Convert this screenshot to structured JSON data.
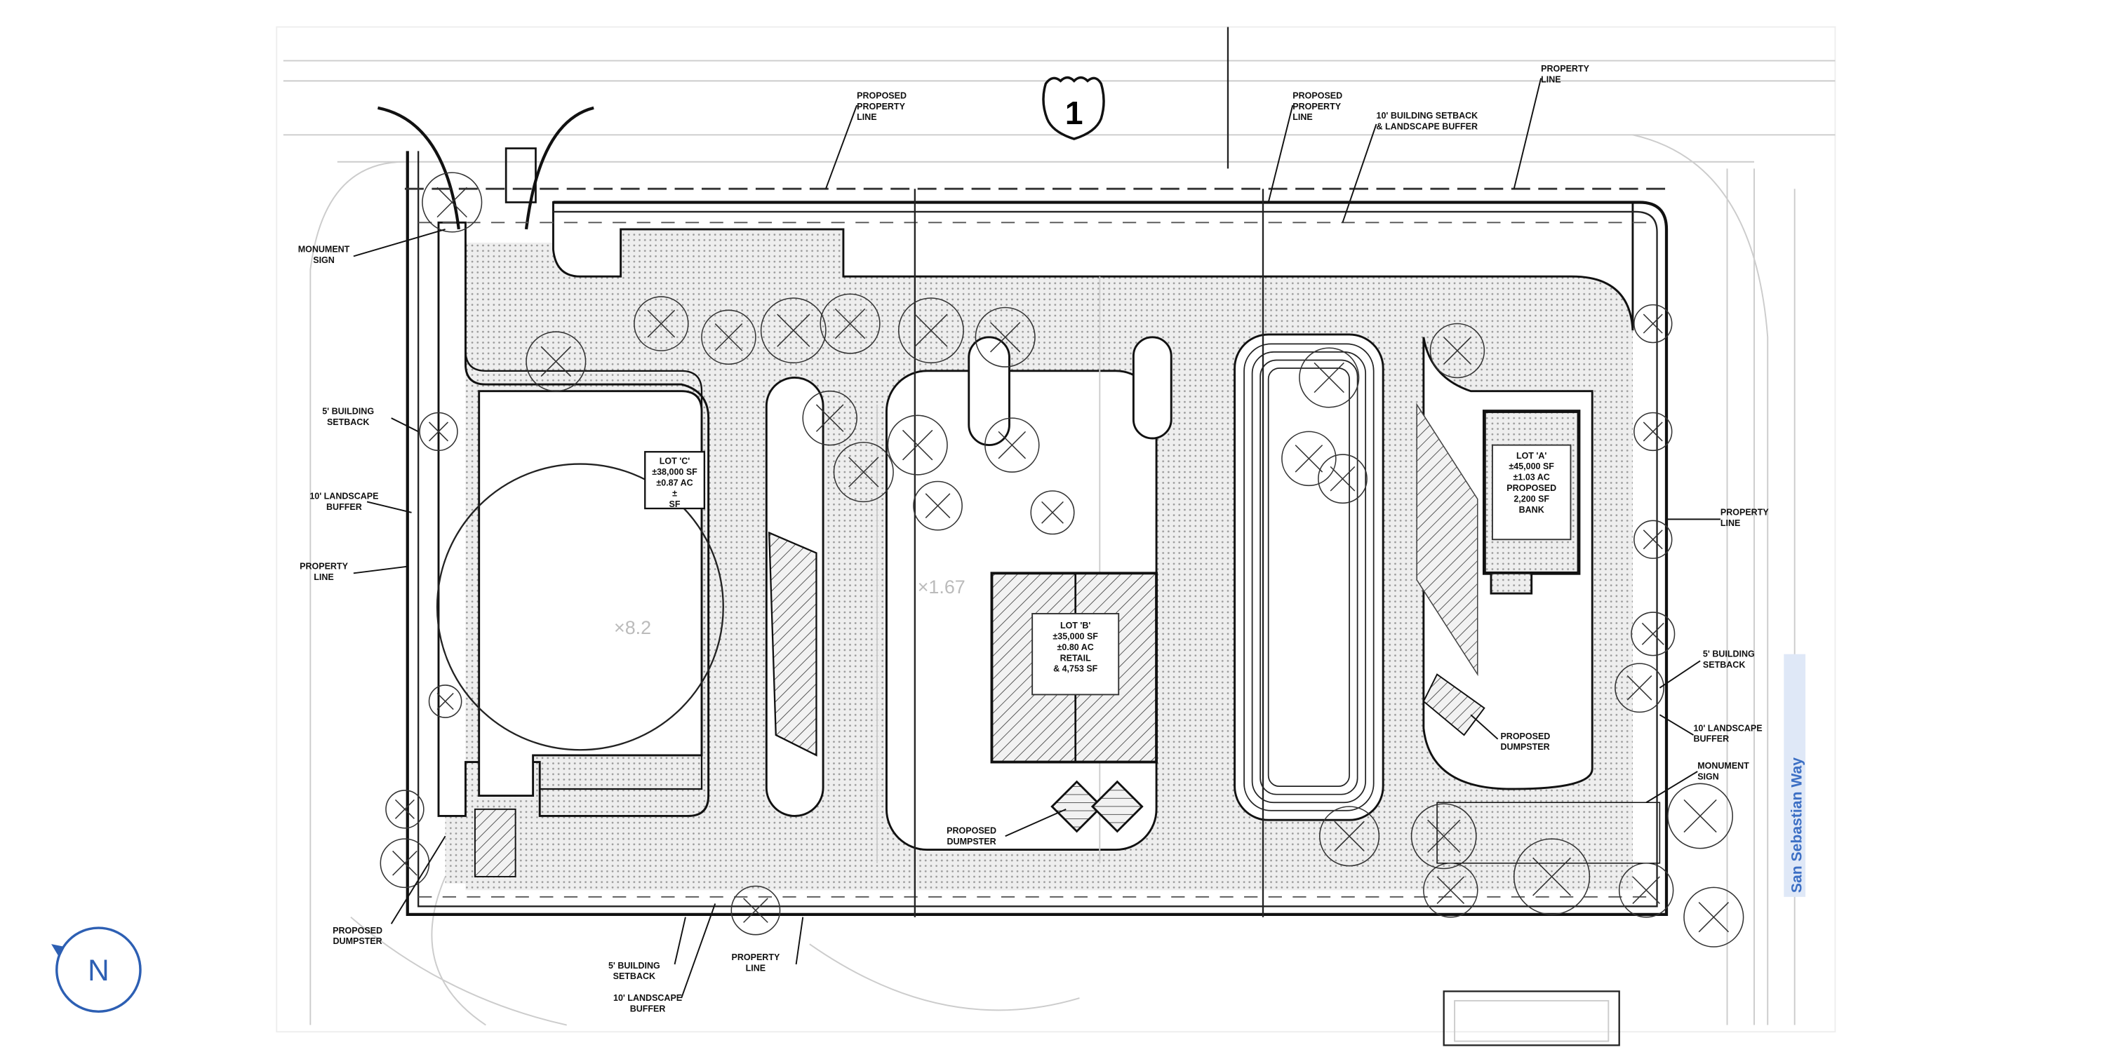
{
  "route_shield": {
    "number": "1"
  },
  "north_arrow": {
    "label": "N",
    "color": "#2d5fb3"
  },
  "street_name": {
    "text": "San Sebastian Way",
    "color": "#3c6fc4"
  },
  "labels": {
    "proposed_property_line_west": [
      "PROPOSED",
      "PROPERTY",
      "LINE"
    ],
    "proposed_property_line_east": [
      "PROPOSED",
      "PROPERTY",
      "LINE"
    ],
    "north_setback": [
      "10' BUILDING SETBACK",
      "& LANDSCAPE BUFFER"
    ],
    "property_line_ne": [
      "PROPERTY",
      "LINE"
    ],
    "monument_sign_west": [
      "MONUMENT",
      "SIGN"
    ],
    "building_setback_west": [
      "5' BUILDING",
      "SETBACK"
    ],
    "landscape_buffer_west": [
      "10' LANDSCAPE",
      "BUFFER"
    ],
    "property_line_west": [
      "PROPERTY",
      "LINE"
    ],
    "property_line_east": [
      "PROPERTY",
      "LINE"
    ],
    "building_setback_east": [
      "5' BUILDING",
      "SETBACK"
    ],
    "landscape_buffer_east": [
      "10' LANDSCAPE",
      "BUFFER"
    ],
    "monument_sign_east": [
      "MONUMENT",
      "SIGN"
    ],
    "dumpster_center": [
      "PROPOSED",
      "DUMPSTER"
    ],
    "dumpster_east": [
      "PROPOSED",
      "DUMPSTER"
    ],
    "dumpster_west": [
      "PROPOSED",
      "DUMPSTER"
    ],
    "building_setback_south": [
      "5' BUILDING",
      "SETBACK"
    ],
    "landscape_buffer_south": [
      "10' LANDSCAPE",
      "BUFFER"
    ],
    "property_line_south": [
      "PROPERTY",
      "LINE"
    ]
  },
  "lots": {
    "lot_c": [
      "LOT 'C'",
      "±38,000 SF",
      "±0.87 AC",
      "±",
      "SF"
    ],
    "lot_b": [
      "LOT 'B'",
      "±35,000 SF",
      "±0.80 AC",
      "RETAIL",
      "& 4,753 SF"
    ],
    "lot_a": [
      "LOT 'A'",
      "±45,000 SF",
      "±1.03 AC",
      "PROPOSED",
      "2,200 SF",
      "BANK"
    ]
  },
  "elevations": [
    "×8.2",
    "×1.67"
  ]
}
